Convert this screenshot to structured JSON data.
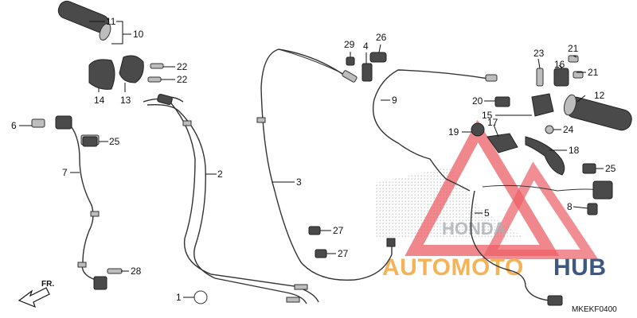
{
  "diagram": {
    "code": "MKEKF0400",
    "front_marker": "FR.",
    "watermark": {
      "brand_word": "HONDA",
      "left": "AUTOMOTO",
      "right": "HUB"
    },
    "callouts": [
      "1",
      "2",
      "3",
      "4",
      "5",
      "6",
      "7",
      "8",
      "9",
      "10",
      "11",
      "12",
      "13",
      "14",
      "15",
      "16",
      "17",
      "18",
      "19",
      "20",
      "21",
      "22",
      "23",
      "24",
      "25",
      "26",
      "27",
      "28",
      "29"
    ],
    "callout_extra": [
      "21",
      "22",
      "25",
      "27"
    ],
    "colors": {
      "line": "#111111",
      "watermark_red": "#e8434b",
      "watermark_orange": "#f4a63a",
      "watermark_blue": "#1d3b6b"
    }
  }
}
